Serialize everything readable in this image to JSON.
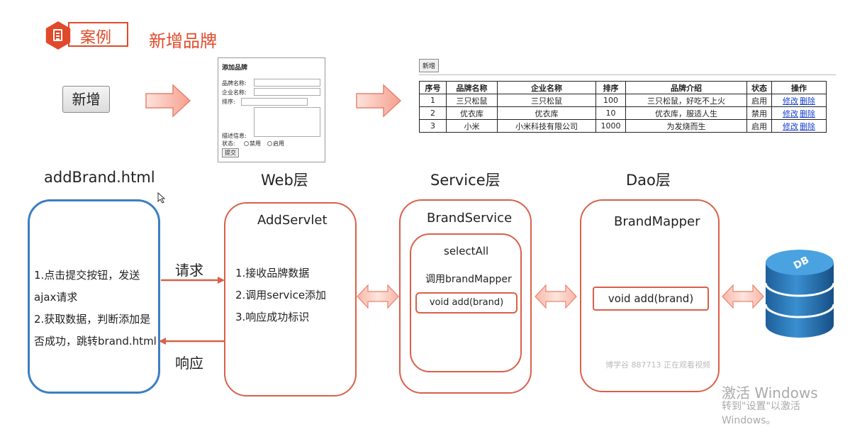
{
  "header": {
    "case_label": "案例",
    "title": "新增品牌"
  },
  "page": {
    "add_button_label": "新增"
  },
  "form": {
    "title": "添加品牌",
    "brand_name_label": "品牌名称:",
    "company_name_label": "企业名称:",
    "ordered_label": "排序:",
    "description_label": "描述信息:",
    "status_label": "状态:",
    "status_disabled": "禁用",
    "status_enabled": "启用",
    "submit_label": "提交"
  },
  "table": {
    "add_button_label": "新增",
    "headers": [
      "序号",
      "品牌名称",
      "企业名称",
      "排序",
      "品牌介绍",
      "状态",
      "操作"
    ],
    "rows": [
      {
        "no": "1",
        "brand": "三只松鼠",
        "company": "三只松鼠",
        "order": "100",
        "desc": "三只松鼠，好吃不上火",
        "status": "启用",
        "edit": "修改",
        "delete": "删除"
      },
      {
        "no": "2",
        "brand": "优衣库",
        "company": "优衣库",
        "order": "10",
        "desc": "优衣库，服适人生",
        "status": "禁用",
        "edit": "修改",
        "delete": "删除"
      },
      {
        "no": "3",
        "brand": "小米",
        "company": "小米科技有限公司",
        "order": "1000",
        "desc": "为发烧而生",
        "status": "启用",
        "edit": "修改",
        "delete": "删除"
      }
    ]
  },
  "layers": {
    "html": "addBrand.html",
    "web": "Web层",
    "service": "Service层",
    "dao": "Dao层"
  },
  "html_box": {
    "step1a": "1.点击提交按钮，发送",
    "step1b": "ajax请求",
    "step2a": "2.获取数据，判断添加是",
    "step2b": "否成功，跳转brand.html"
  },
  "arrows": {
    "request": "请求",
    "response": "响应"
  },
  "web_box": {
    "name": "AddServlet",
    "step1": "1.接收品牌数据",
    "step2": "2.调用service添加",
    "step3": "3.响应成功标识"
  },
  "service_box": {
    "name": "BrandService",
    "select_all": "selectAll",
    "call_mapper": "调用brandMapper",
    "add_method": "void add(brand)"
  },
  "dao_box": {
    "name": "BrandMapper",
    "add_method": "void add(brand)"
  },
  "db": {
    "label": "DB"
  },
  "watermarks": {
    "live": "博学谷 887713 正在观看视频",
    "windows": "激活 Windows",
    "windows_sub": "转到\"设置\"以激活 Windows。"
  }
}
